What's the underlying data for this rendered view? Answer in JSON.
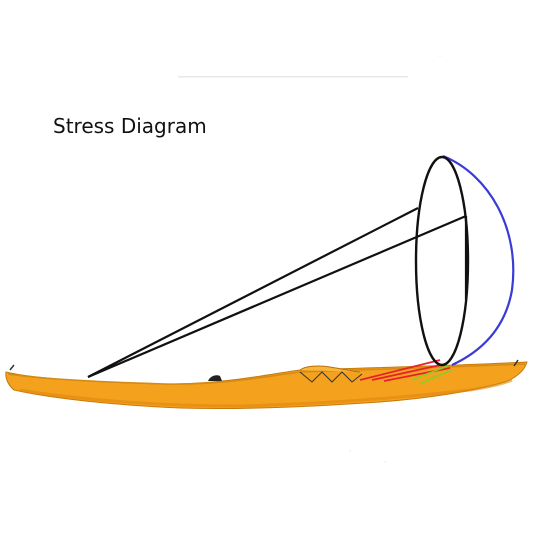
{
  "title": "Stress Diagram",
  "colors": {
    "background": "#ffffff",
    "kayak_hull": "#f4a21d",
    "kayak_hull_dark": "#e0860f",
    "kayak_deck": "#f7b53a",
    "outline": "#111111",
    "sail_leading_edge": "#3b3bd6",
    "stress_lines": "#e8202a",
    "attachment_lines": "#7ed321"
  },
  "icons": [
    "kayak",
    "sail",
    "mast"
  ]
}
